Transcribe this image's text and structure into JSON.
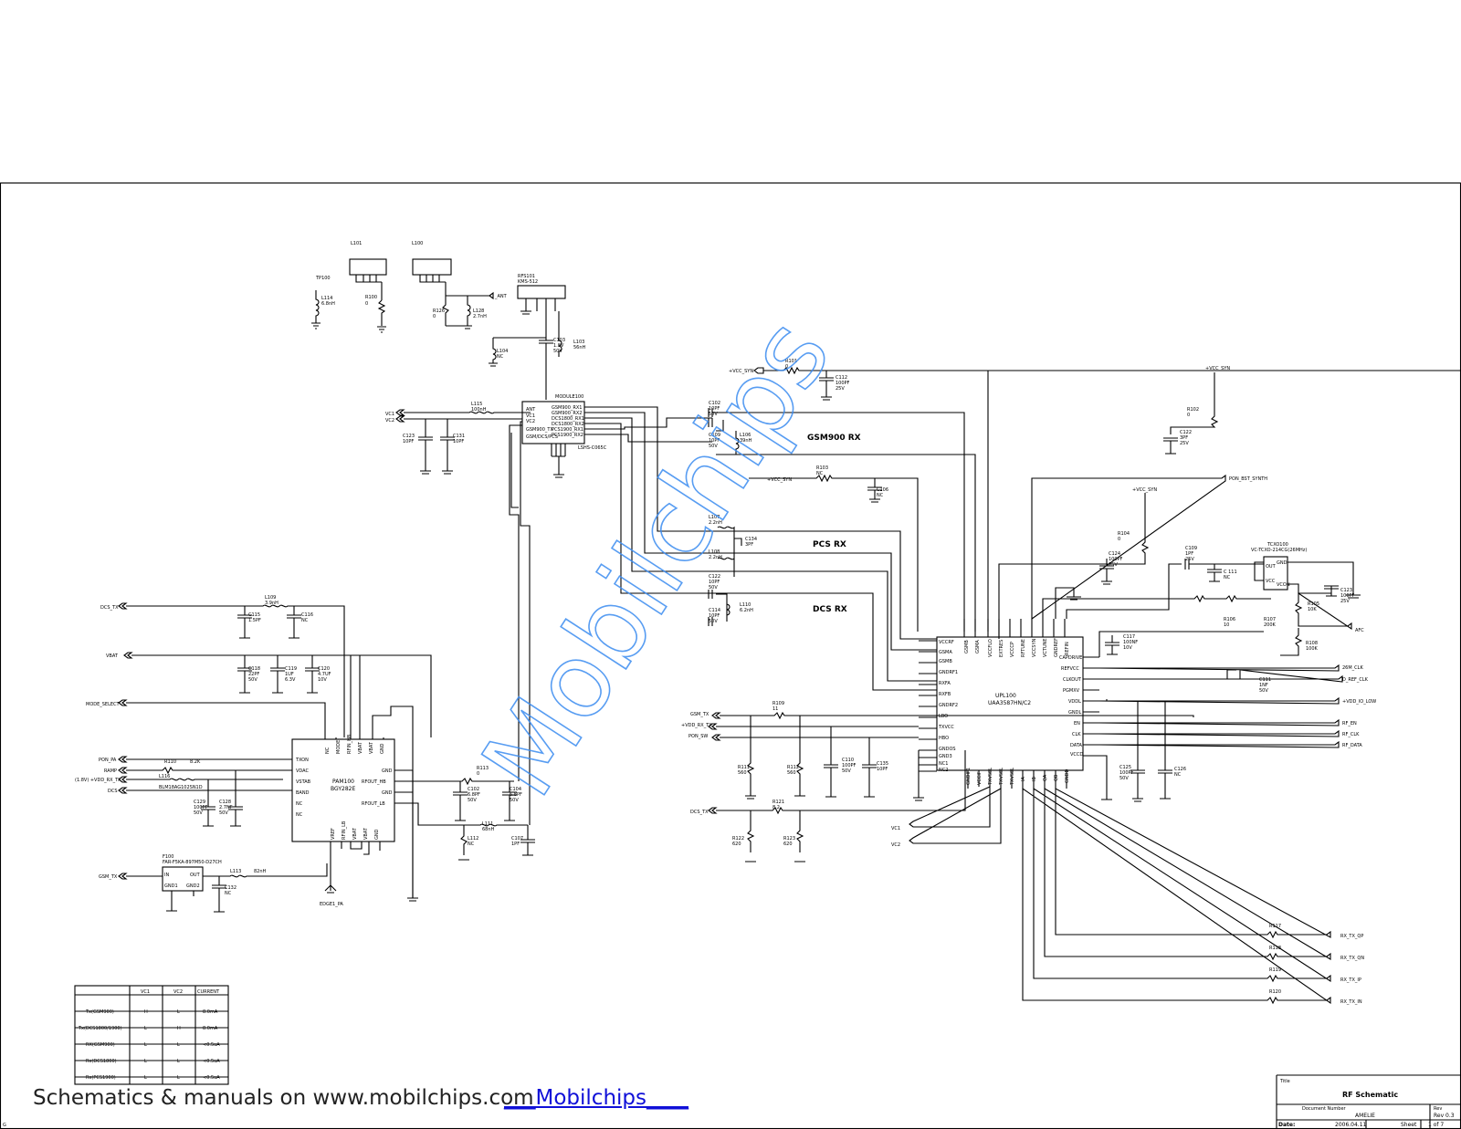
{
  "blocks": {
    "gsm900_rx": "GSM900 RX",
    "pcs_rx": "PCS RX",
    "dcs_rx": "DCS RX"
  },
  "chips": {
    "pam": {
      "name": "PAM100",
      "part": "BGY282E",
      "pins_left": [
        "TXON",
        "VDAC",
        "VSTAB",
        "BAND",
        "NC",
        "NC"
      ],
      "pins_right": [
        "GND",
        "RFOUT_HB",
        "GND",
        "RFOUT_LB"
      ]
    },
    "module": {
      "name": "MODULE100",
      "part": "GSM/DCS/PCS",
      "part2": "LSHS-C065C"
    },
    "upl": {
      "name": "UPL100",
      "part": "UAA3587HN/C2"
    },
    "tcxo": {
      "name": "TCXO100",
      "part": "VC-TCXO-214CG(26MHz)"
    },
    "filter": {
      "name": "F100",
      "part": "FAR-F5KA-897M50-D27CH"
    },
    "rfs": {
      "name": "RFS101",
      "part": "KMS-512"
    }
  },
  "nets": {
    "vcc_syn": "+VCC_SYN",
    "dcs_tx": "DCS_TX",
    "vbat": "VBAT",
    "mode_select": "MODE_SELECT",
    "pon_pa": "PON_PA",
    "ramp": "RAMP",
    "vdd_rx_tx": "(1.8V) +VDD_RX_TX",
    "dcs": "DCS",
    "gsm_tx": "GSM_TX",
    "edge1_pa": "EDGE1_PA",
    "vc1": "VC1",
    "vc2": "VC2",
    "pon_bst": "PON_BST_SYNTH",
    "afc": "AFC",
    "clk26": "26M_CLK",
    "d_ref_clk": "D_REF_CLK",
    "vdd_io": "+VDD_IO_LOW",
    "rf_en": "RF_EN",
    "rf_clk": "RF_CLK",
    "rf_data": "RF_DATA",
    "rx_tx_qp": "RX_TX_QP",
    "rx_tx_qn": "RX_TX_QN",
    "rx_tx_ip": "RX_TX_IP",
    "rx_tx_in": "RX_TX_IN",
    "ant": "_ANT"
  },
  "truth_table": {
    "headers": [
      "",
      "VC1",
      "VC2",
      "CURRENT"
    ],
    "rows": [
      [
        "Tx(GSM900)",
        "H",
        "L",
        "8.0mA"
      ],
      [
        "Tx(DCS1800/1900)",
        "L",
        "H",
        "8.0mA"
      ],
      [
        "RX(GSM900)",
        "L",
        "L",
        "<0.5uA"
      ],
      [
        "Rx(DCS1800)",
        "L",
        "L",
        "<0.5uA"
      ],
      [
        "Rx(PCS1900)",
        "L",
        "L",
        "<0.5uA"
      ]
    ]
  },
  "watermark": "Mobilchips",
  "footer": {
    "text": "Schematics & manuals on www.mobilchips.com",
    "link": "___Mobilchips____"
  },
  "title_block": {
    "title_label": "Title",
    "title": "RF Schematic",
    "doc_label": "Document Number",
    "doc": "AMELIE",
    "rev_label": "Rev",
    "rev": "Rev 0.3",
    "date_label": "Date:",
    "date": "2006.04.11",
    "sheet_label": "Sheet",
    "sheet": "1 of 7"
  },
  "corner_mark": "G"
}
